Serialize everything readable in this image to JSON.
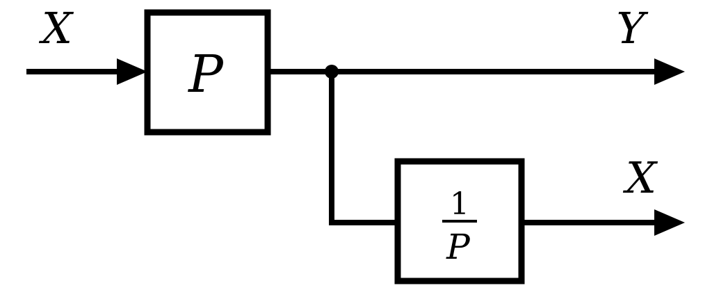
{
  "diagram": {
    "labels": {
      "input": "X",
      "output": "Y",
      "inverse_output": "X"
    },
    "blocks": {
      "p": {
        "label": "P"
      },
      "inverse_p": {
        "numerator": "1",
        "denominator": "P"
      }
    },
    "colors": {
      "stroke": "#000000",
      "background": "#ffffff"
    }
  }
}
